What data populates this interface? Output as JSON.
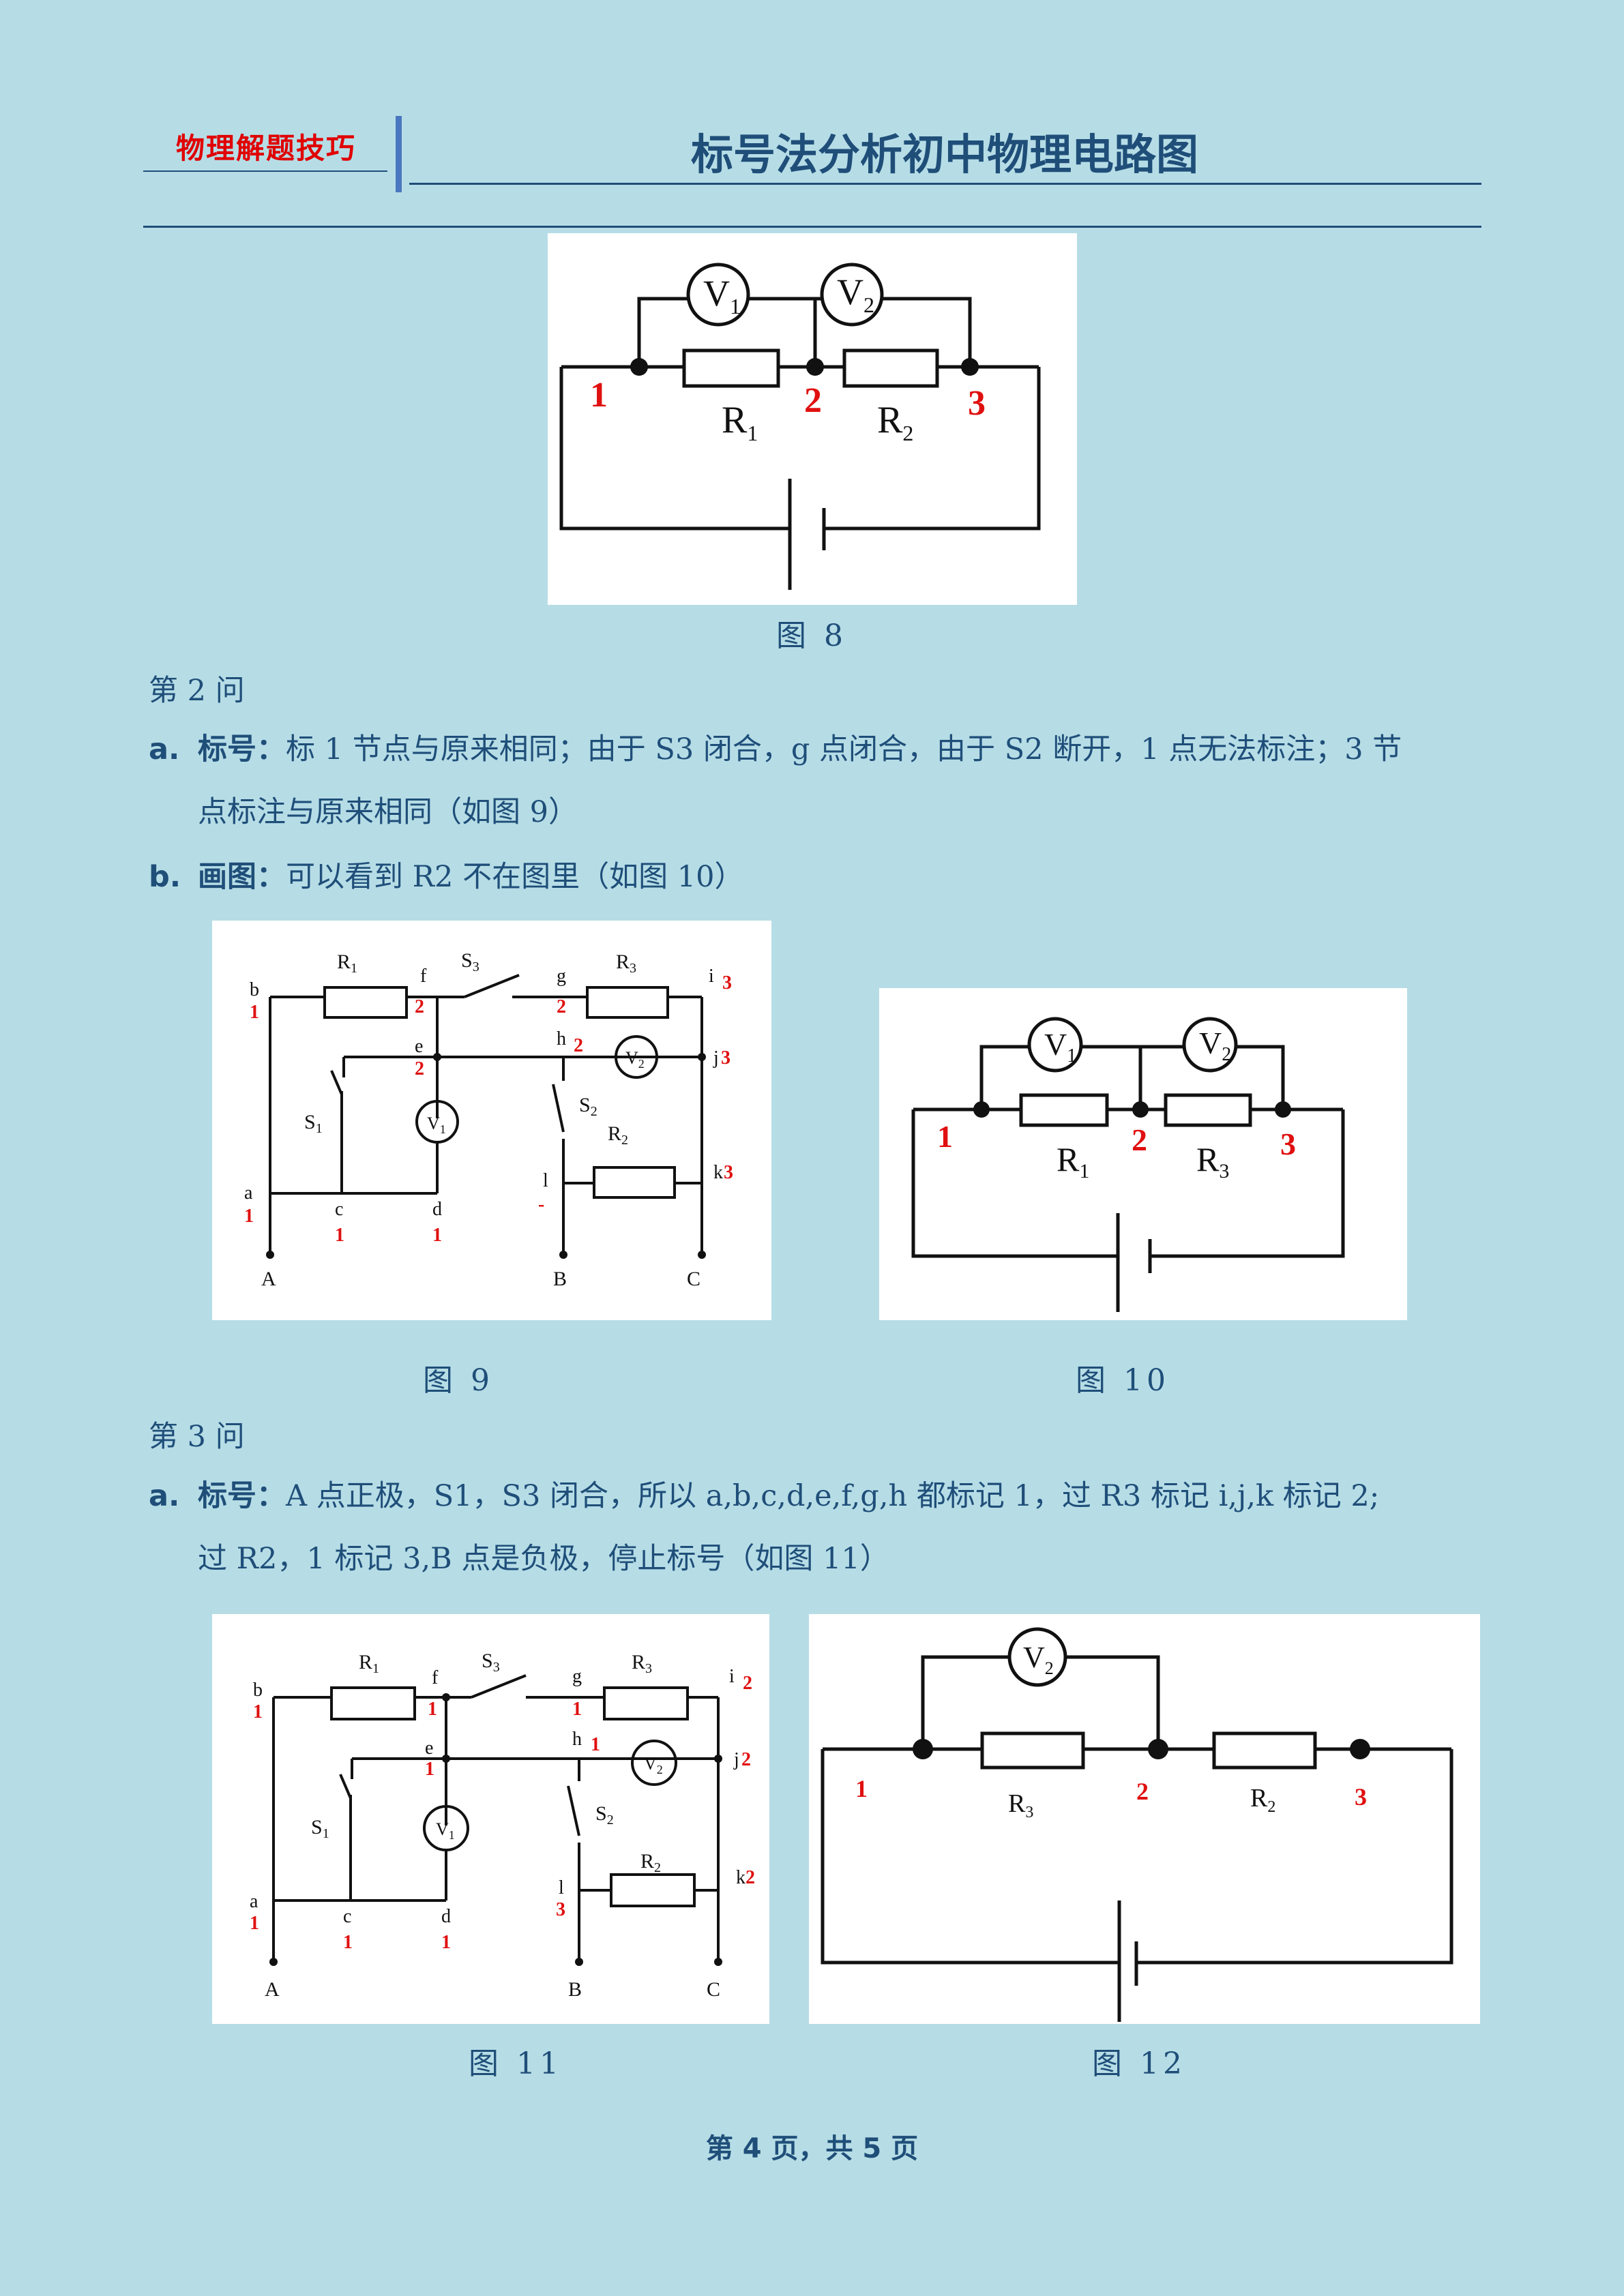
{
  "header": {
    "brand": "物理解题技巧",
    "title": "标号法分析初中物理电路图"
  },
  "figures": {
    "fig8": {
      "caption": "图 8",
      "v1": "V",
      "v1_sub": "1",
      "v2": "V",
      "v2_sub": "2",
      "r1": "R",
      "r1_sub": "1",
      "r2": "R",
      "r2_sub": "2",
      "n1": "1",
      "n2": "2",
      "n3": "3"
    },
    "fig9": {
      "caption": "图 9"
    },
    "fig10": {
      "caption": "图 10",
      "v1": "V",
      "v1_sub": "1",
      "v2": "V",
      "v2_sub": "2",
      "r1": "R",
      "r1_sub": "1",
      "r3": "R",
      "r3_sub": "3",
      "n1": "1",
      "n2": "2",
      "n3": "3"
    },
    "fig11": {
      "caption": "图 11"
    },
    "fig12": {
      "caption": "图 12",
      "v2": "V",
      "v2_sub": "2",
      "r3": "R",
      "r3_sub": "3",
      "r2": "R",
      "r2_sub": "2",
      "n1": "1",
      "n2": "2",
      "n3": "3"
    }
  },
  "q2": {
    "heading": "第 2 问",
    "a_marker": "a.",
    "a_label": "标号：",
    "a_line1": "标 1 节点与原来相同；由于 S3 闭合，g 点闭合，由于 S2 断开，1 点无法标注；3 节",
    "a_line2": "点标注与原来相同（如图 9）",
    "b_marker": "b.",
    "b_label": "画图：",
    "b_text": "可以看到 R2 不在图里（如图 10）"
  },
  "q3": {
    "heading": "第 3 问",
    "a_marker": "a.",
    "a_label": "标号：",
    "a_line1": "A 点正极，S1，S3 闭合，所以 a,b,c,d,e,f,g,h 都标记 1，过 R3 标记 i,j,k 标记 2;",
    "a_line2": "过 R2，1 标记 3,B 点是负极，停止标号（如图 11）"
  },
  "footer": "第 4 页，共 5 页"
}
